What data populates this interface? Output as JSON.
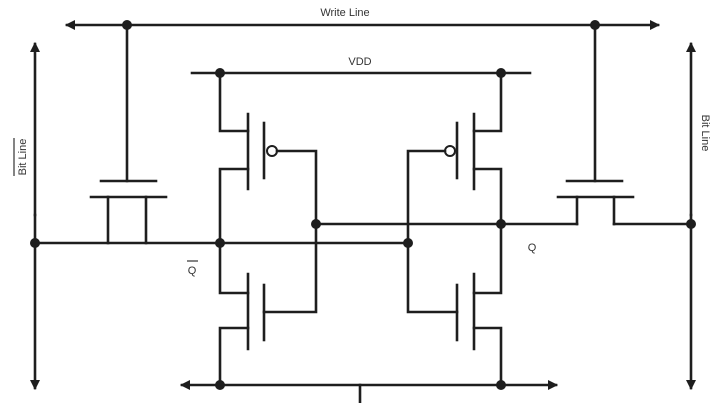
{
  "title": "6T SRAM cell",
  "labels": {
    "write_line": "Write Line",
    "vdd": "VDD",
    "bit_line_bar": "Bit Line",
    "bit_line": "Bit Line",
    "q_bar": "Q",
    "q": "Q"
  },
  "colors": {
    "wire": "#1e1e1e",
    "background": "#ffffff"
  }
}
